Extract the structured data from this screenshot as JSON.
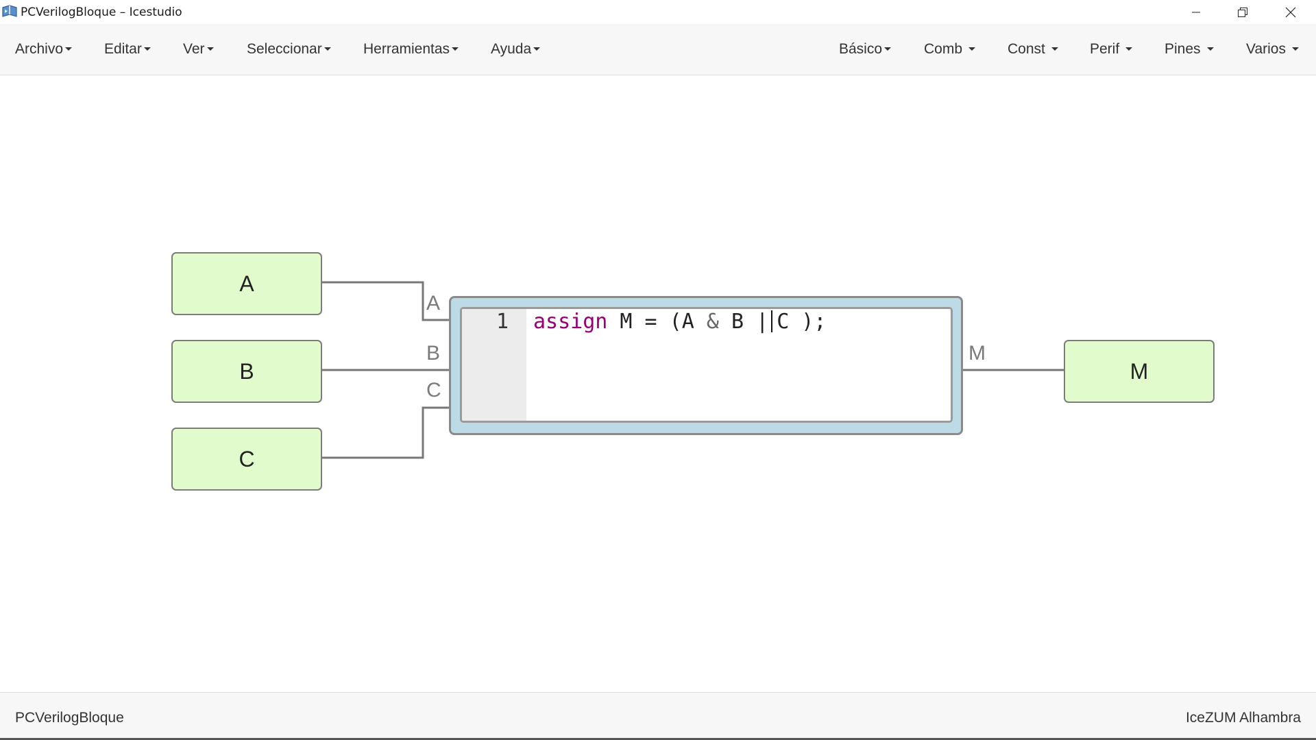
{
  "window": {
    "title": "PCVerilogBloque – Icestudio",
    "icons": {
      "app": "icestudio-logo-icon",
      "minimize": "minimize-icon",
      "restore": "restore-icon",
      "close": "close-icon"
    }
  },
  "menus_left": [
    {
      "label": "Archivo"
    },
    {
      "label": "Editar"
    },
    {
      "label": "Ver"
    },
    {
      "label": "Seleccionar"
    },
    {
      "label": "Herramientas"
    },
    {
      "label": "Ayuda"
    }
  ],
  "menus_right": [
    {
      "label": "Básico"
    },
    {
      "label": "Comb"
    },
    {
      "label": "Const"
    },
    {
      "label": "Perif"
    },
    {
      "label": "Pines"
    },
    {
      "label": "Varios"
    }
  ],
  "diagram": {
    "inputs": [
      {
        "name": "A"
      },
      {
        "name": "B"
      },
      {
        "name": "C"
      }
    ],
    "output": {
      "name": "M"
    },
    "code_block": {
      "ports_in": [
        "A",
        "B",
        "C"
      ],
      "ports_out": [
        "M"
      ],
      "line_number": "1",
      "code_tokens": {
        "keyword": "assign",
        "lhs": " M = (A ",
        "and_op": "&",
        "mid": " B ",
        "or_op": "|",
        "rhs": "C );"
      }
    }
  },
  "status": {
    "project": "PCVerilogBloque",
    "board": "IceZUM Alhambra"
  },
  "colors": {
    "io_block_fill": "#e2fbcd",
    "code_block_fill": "#bddbe7",
    "keyword": "#990073",
    "wire": "#777777"
  }
}
